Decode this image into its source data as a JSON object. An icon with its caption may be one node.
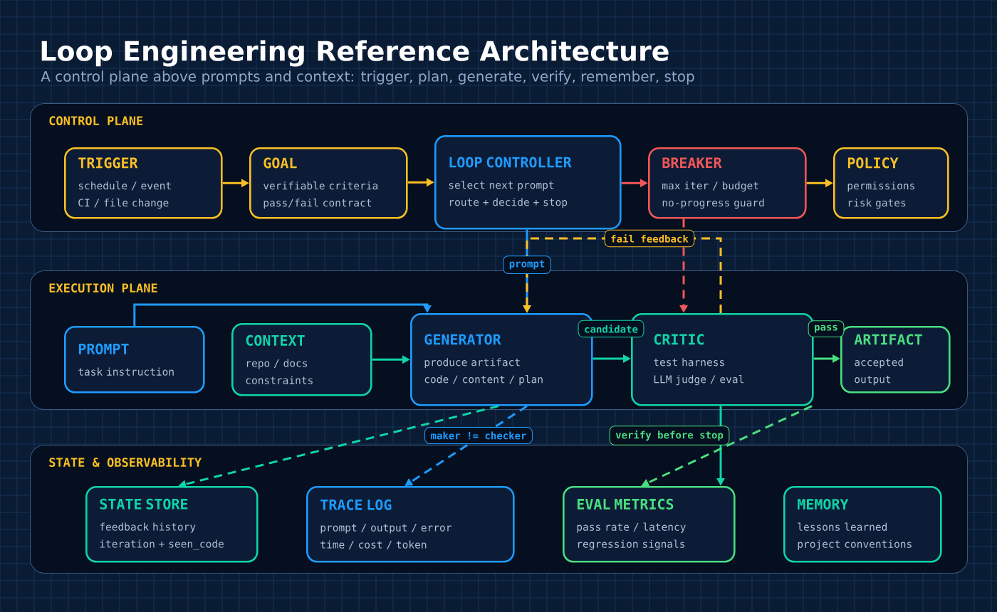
{
  "diagram": {
    "title": "Loop Engineering Reference Architecture",
    "nodes": [
      {
        "text": [
          "CONTROL PLANE"
        ]
      },
      {
        "text": [
          "TRIGGER",
          "schedule / event",
          "CI / file change"
        ],
        "in": 0
      },
      {
        "text": [
          "GOAL",
          "verifiable criteria",
          "pass/fail contract"
        ],
        "in": 0
      },
      {
        "text": [
          "LOOP CONTROLLER",
          "select next prompt",
          "route + decide + stop"
        ],
        "in": 0
      },
      {
        "text": [
          "BREAKER",
          "max iter / budget",
          "no-progress guard"
        ],
        "in": 0
      },
      {
        "text": [
          "POLICY",
          "permissions",
          "risk gates"
        ],
        "in": 0
      },
      {
        "text": [
          "EXECUTION PLANE"
        ]
      },
      {
        "text": [
          "PROMPT",
          "task instruction"
        ],
        "in": 6
      },
      {
        "text": [
          "CONTEXT",
          "repo / docs",
          "constraints"
        ],
        "in": 6
      },
      {
        "text": [
          "GENERATOR",
          "produce artifact",
          "code / content / plan"
        ],
        "in": 6
      },
      {
        "text": [
          "CRITIC",
          "test harness",
          "LLM judge / eval"
        ],
        "in": 6
      },
      {
        "text": [
          "ARTIFACT",
          "accepted output"
        ],
        "in": 6
      },
      {
        "text": [
          "STATE & OBSERVABILITY"
        ]
      },
      {
        "text": [
          "STATE STORE",
          "feedback history",
          "iteration + seen_code"
        ],
        "in": 12
      },
      {
        "text": [
          "TRACE LOG",
          "prompt / output / error",
          "time / cost / token"
        ],
        "in": 12
      },
      {
        "text": [
          "EVAL METRICS",
          "pass rate / latency",
          "regression signals"
        ],
        "in": 12
      },
      {
        "text": [
          "MEMORY",
          "lessons learned",
          "project conventions"
        ],
        "in": 12
      }
    ],
    "edges": [
      {
        "from": 1,
        "to": 2,
        "arrow": "to"
      },
      {
        "from": 2,
        "to": 3,
        "arrow": "to"
      },
      {
        "from": 3,
        "to": 4,
        "arrow": "to",
        "color": "#f25757"
      },
      {
        "from": 4,
        "to": 5,
        "arrow": "to"
      },
      {
        "from": 7,
        "to": 9,
        "arrow": "to",
        "color": "#1e9bff"
      },
      {
        "from": 8,
        "to": 9,
        "arrow": "to",
        "color": "#10d4a8"
      },
      {
        "from": 9,
        "to": 10,
        "arrow": "to",
        "label": "candidate",
        "color": "#10d4a8"
      },
      {
        "from": 10,
        "to": 11,
        "arrow": "to",
        "label": "pass",
        "color": "#4ade80"
      },
      {
        "from": 3,
        "to": 9,
        "arrow": "to",
        "label": "prompt",
        "color": "#1e9bff"
      },
      {
        "from": 10,
        "to": 9,
        "arrow": "to",
        "label": "fail feedback",
        "style": "dashed"
      },
      {
        "from": 4,
        "to": 10,
        "arrow": "to",
        "style": "dashed",
        "color": "#f25757"
      },
      {
        "from": 9,
        "to": 13,
        "arrow": "to",
        "style": "dashed",
        "color": "#10d4a8"
      },
      {
        "from": 9,
        "to": 14,
        "arrow": "to",
        "label": "maker != checker",
        "style": "dashed",
        "color": "#1e9bff"
      },
      {
        "from": 10,
        "to": 15,
        "arrow": "to",
        "color": "#10d4a8"
      },
      {
        "from": 10,
        "to": 15,
        "arrow": "to",
        "label": "verify before stop",
        "style": "dashed",
        "color": "#4ade80"
      }
    ],
    "labels": [
      "A control plane above prompts and context: trigger, plan, generate, verify, remember, stop"
    ]
  }
}
